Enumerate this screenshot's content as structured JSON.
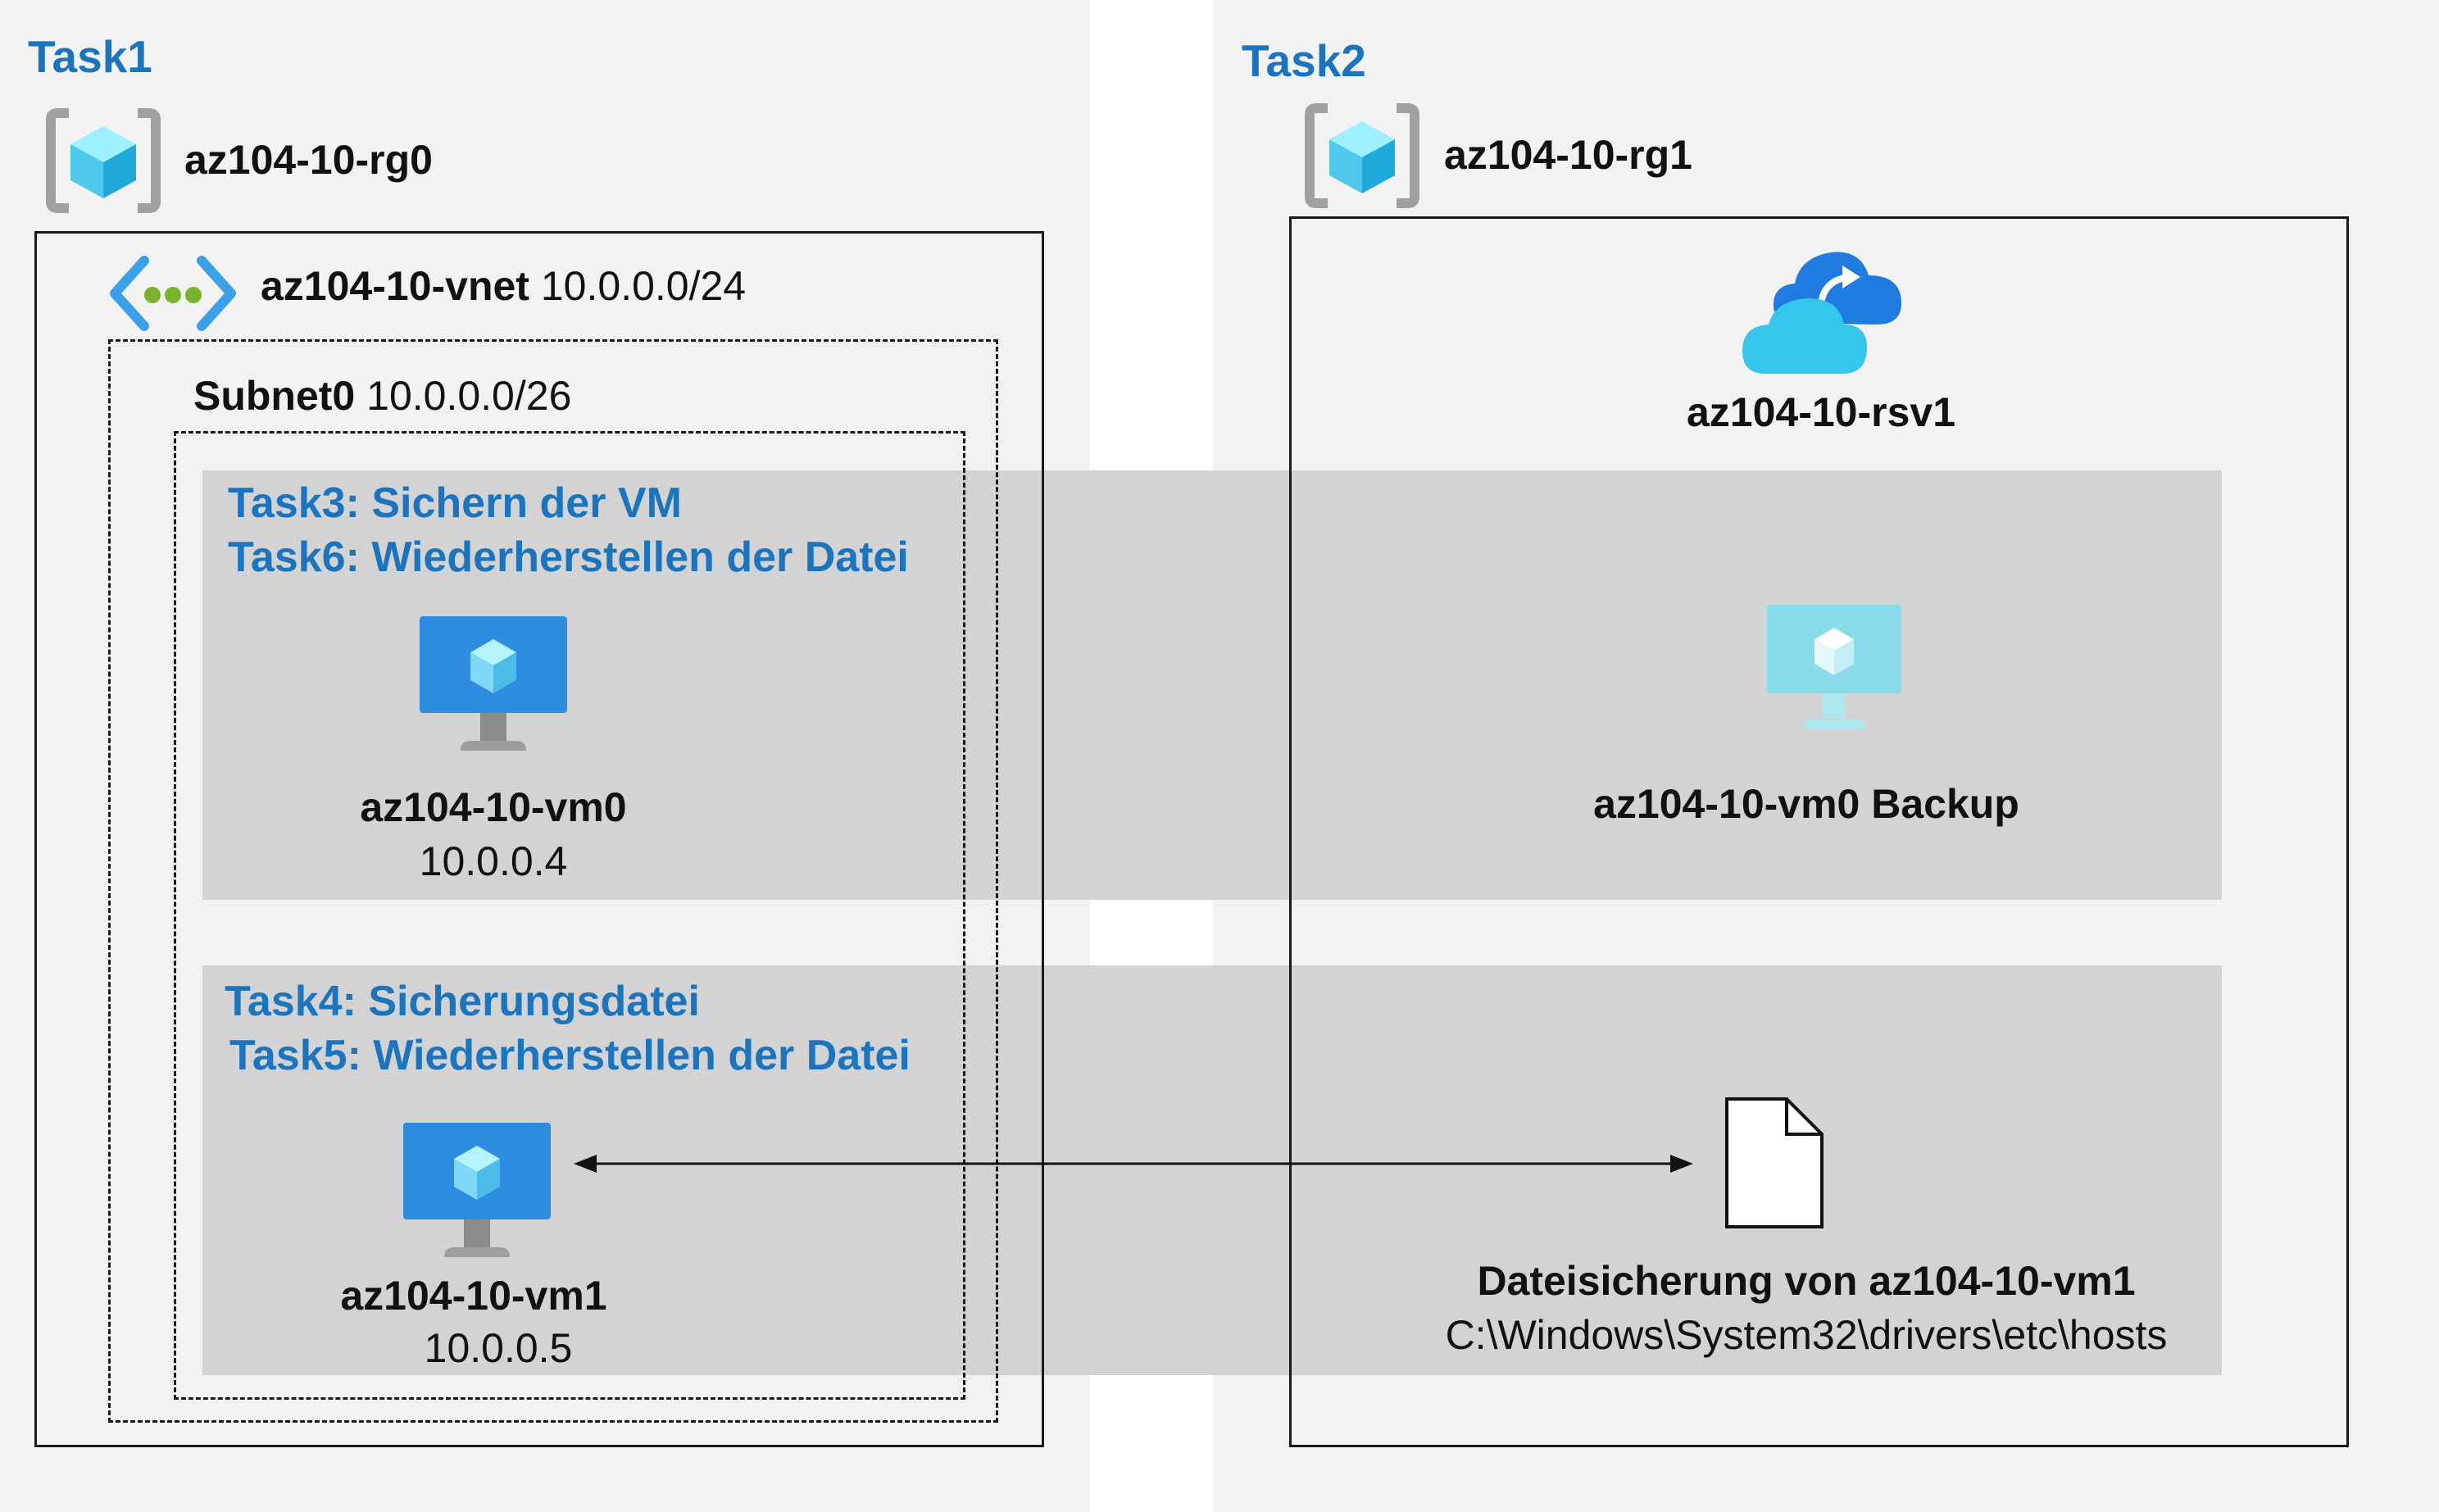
{
  "task1": {
    "title": "Task1",
    "resource_group": "az104-10-rg0",
    "vnet": {
      "name": "az104-10-vnet",
      "cidr": "10.0.0.0/24"
    },
    "subnet": {
      "name": "Subnet0",
      "cidr": "10.0.0.0/26"
    }
  },
  "task2": {
    "title": "Task2",
    "resource_group": "az104-10-rg1",
    "vault_name": "az104-10-rsv1"
  },
  "band_top": {
    "line1": "Task3: Sichern der VM",
    "line2": "Task6: Wiederherstellen der Datei",
    "vm_name": "az104-10-vm0",
    "vm_ip": "10.0.0.4",
    "backup_label": "az104-10-vm0 Backup"
  },
  "band_bottom": {
    "line1": "Task4: Sicherungsdatei",
    "line2": "Task5: Wiederherstellen der Datei",
    "vm_name": "az104-10-vm1",
    "vm_ip": "10.0.0.5",
    "file_title": "Dateisicherung von az104-10-vm1",
    "file_path": "C:\\Windows\\System32\\drivers\\etc\\hosts"
  },
  "icons": {
    "resource_group": "resource-group-icon",
    "vnet": "virtual-network-icon",
    "vm": "virtual-machine-icon",
    "vault": "recovery-services-vault-icon",
    "file": "document-icon"
  },
  "colors": {
    "task_text": "#1a74be",
    "panel_bg": "#f2f2f2",
    "band_bg": "#d3d3d3",
    "azure_blue": "#2e8de0"
  }
}
